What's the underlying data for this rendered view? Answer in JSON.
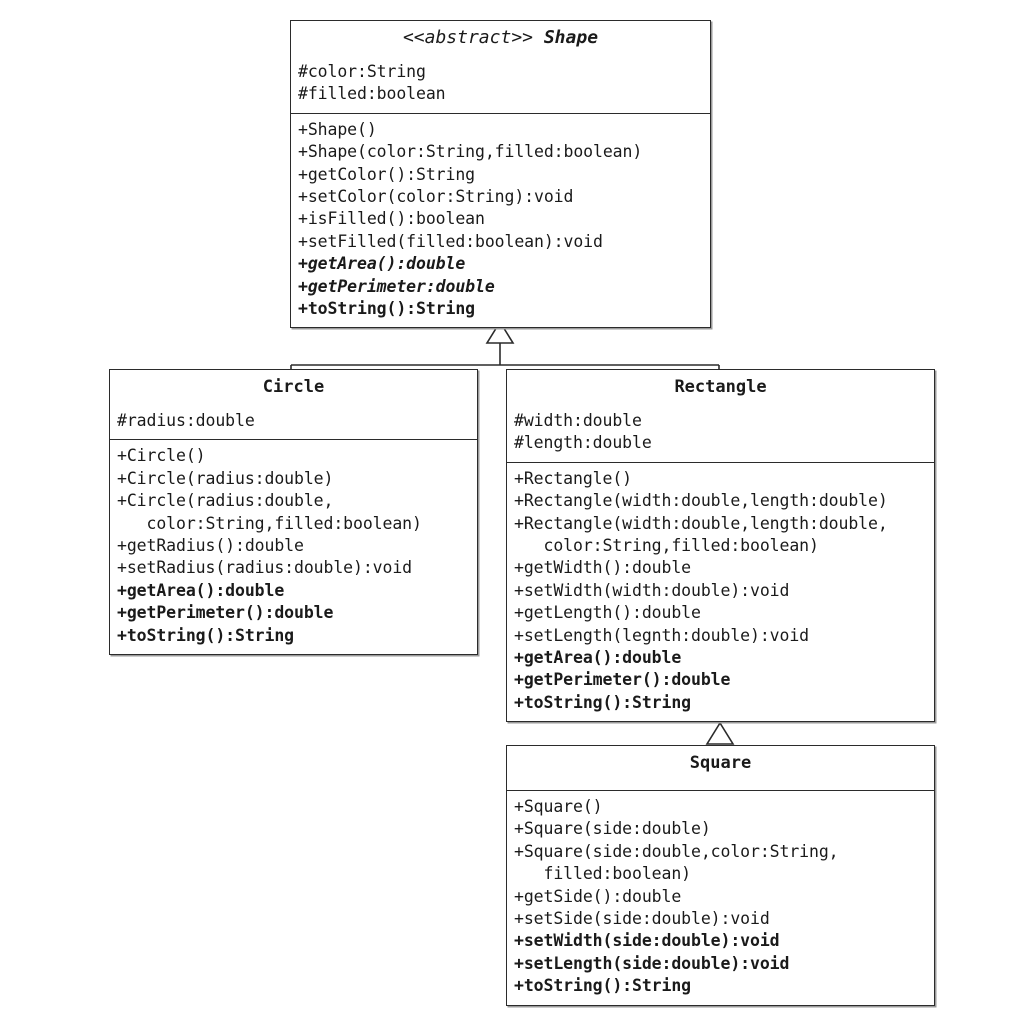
{
  "diagram": {
    "title": "Shape class hierarchy UML diagram",
    "type": "uml-class-diagram",
    "background_color": "#ffffff",
    "line_color": "#2b2b2b",
    "text_color": "#1a1a1a"
  },
  "classes": {
    "shape": {
      "name": "Shape",
      "stereotype": "<<abstract>>",
      "is_abstract": true,
      "attributes": [
        {
          "text": "#color:String",
          "style": "normal"
        },
        {
          "text": "#filled:boolean",
          "style": "normal"
        }
      ],
      "methods": [
        {
          "text": "+Shape()",
          "style": "normal"
        },
        {
          "text": "+Shape(color:String,filled:boolean)",
          "style": "normal"
        },
        {
          "text": "+getColor():String",
          "style": "normal"
        },
        {
          "text": "+setColor(color:String):void",
          "style": "normal"
        },
        {
          "text": "+isFilled():boolean",
          "style": "normal"
        },
        {
          "text": "+setFilled(filled:boolean):void",
          "style": "normal"
        },
        {
          "text": "+getArea():double",
          "style": "abstract"
        },
        {
          "text": "+getPerimeter:double",
          "style": "abstract"
        },
        {
          "text": "+toString():String",
          "style": "bold"
        }
      ]
    },
    "circle": {
      "name": "Circle",
      "stereotype": "",
      "is_abstract": false,
      "attributes": [
        {
          "text": "#radius:double",
          "style": "normal"
        }
      ],
      "methods": [
        {
          "text": "+Circle()",
          "style": "normal"
        },
        {
          "text": "+Circle(radius:double)",
          "style": "normal"
        },
        {
          "text": "+Circle(radius:double,",
          "style": "normal"
        },
        {
          "text": "   color:String,filled:boolean)",
          "style": "normal"
        },
        {
          "text": "+getRadius():double",
          "style": "normal"
        },
        {
          "text": "+setRadius(radius:double):void",
          "style": "normal"
        },
        {
          "text": "+getArea():double",
          "style": "bold"
        },
        {
          "text": "+getPerimeter():double",
          "style": "bold"
        },
        {
          "text": "+toString():String",
          "style": "bold"
        }
      ]
    },
    "rectangle": {
      "name": "Rectangle",
      "stereotype": "",
      "is_abstract": false,
      "attributes": [
        {
          "text": "#width:double",
          "style": "normal"
        },
        {
          "text": "#length:double",
          "style": "normal"
        }
      ],
      "methods": [
        {
          "text": "+Rectangle()",
          "style": "normal"
        },
        {
          "text": "+Rectangle(width:double,length:double)",
          "style": "normal"
        },
        {
          "text": "+Rectangle(width:double,length:double,",
          "style": "normal"
        },
        {
          "text": "   color:String,filled:boolean)",
          "style": "normal"
        },
        {
          "text": "+getWidth():double",
          "style": "normal"
        },
        {
          "text": "+setWidth(width:double):void",
          "style": "normal"
        },
        {
          "text": "+getLength():double",
          "style": "normal"
        },
        {
          "text": "+setLength(legnth:double):void",
          "style": "normal"
        },
        {
          "text": "+getArea():double",
          "style": "bold"
        },
        {
          "text": "+getPerimeter():double",
          "style": "bold"
        },
        {
          "text": "+toString():String",
          "style": "bold"
        }
      ]
    },
    "square": {
      "name": "Square",
      "stereotype": "",
      "is_abstract": false,
      "attributes": [],
      "methods": [
        {
          "text": "+Square()",
          "style": "normal"
        },
        {
          "text": "+Square(side:double)",
          "style": "normal"
        },
        {
          "text": "+Square(side:double,color:String,",
          "style": "normal"
        },
        {
          "text": "   filled:boolean)",
          "style": "normal"
        },
        {
          "text": "+getSide():double",
          "style": "normal"
        },
        {
          "text": "+setSide(side:double):void",
          "style": "normal"
        },
        {
          "text": "+setWidth(side:double):void",
          "style": "bold"
        },
        {
          "text": "+setLength(side:double):void",
          "style": "bold"
        },
        {
          "text": "+toString():String",
          "style": "bold"
        }
      ]
    }
  },
  "relationships": [
    {
      "type": "generalization",
      "from": "Circle",
      "to": "Shape"
    },
    {
      "type": "generalization",
      "from": "Rectangle",
      "to": "Shape"
    },
    {
      "type": "generalization",
      "from": "Square",
      "to": "Rectangle"
    }
  ]
}
